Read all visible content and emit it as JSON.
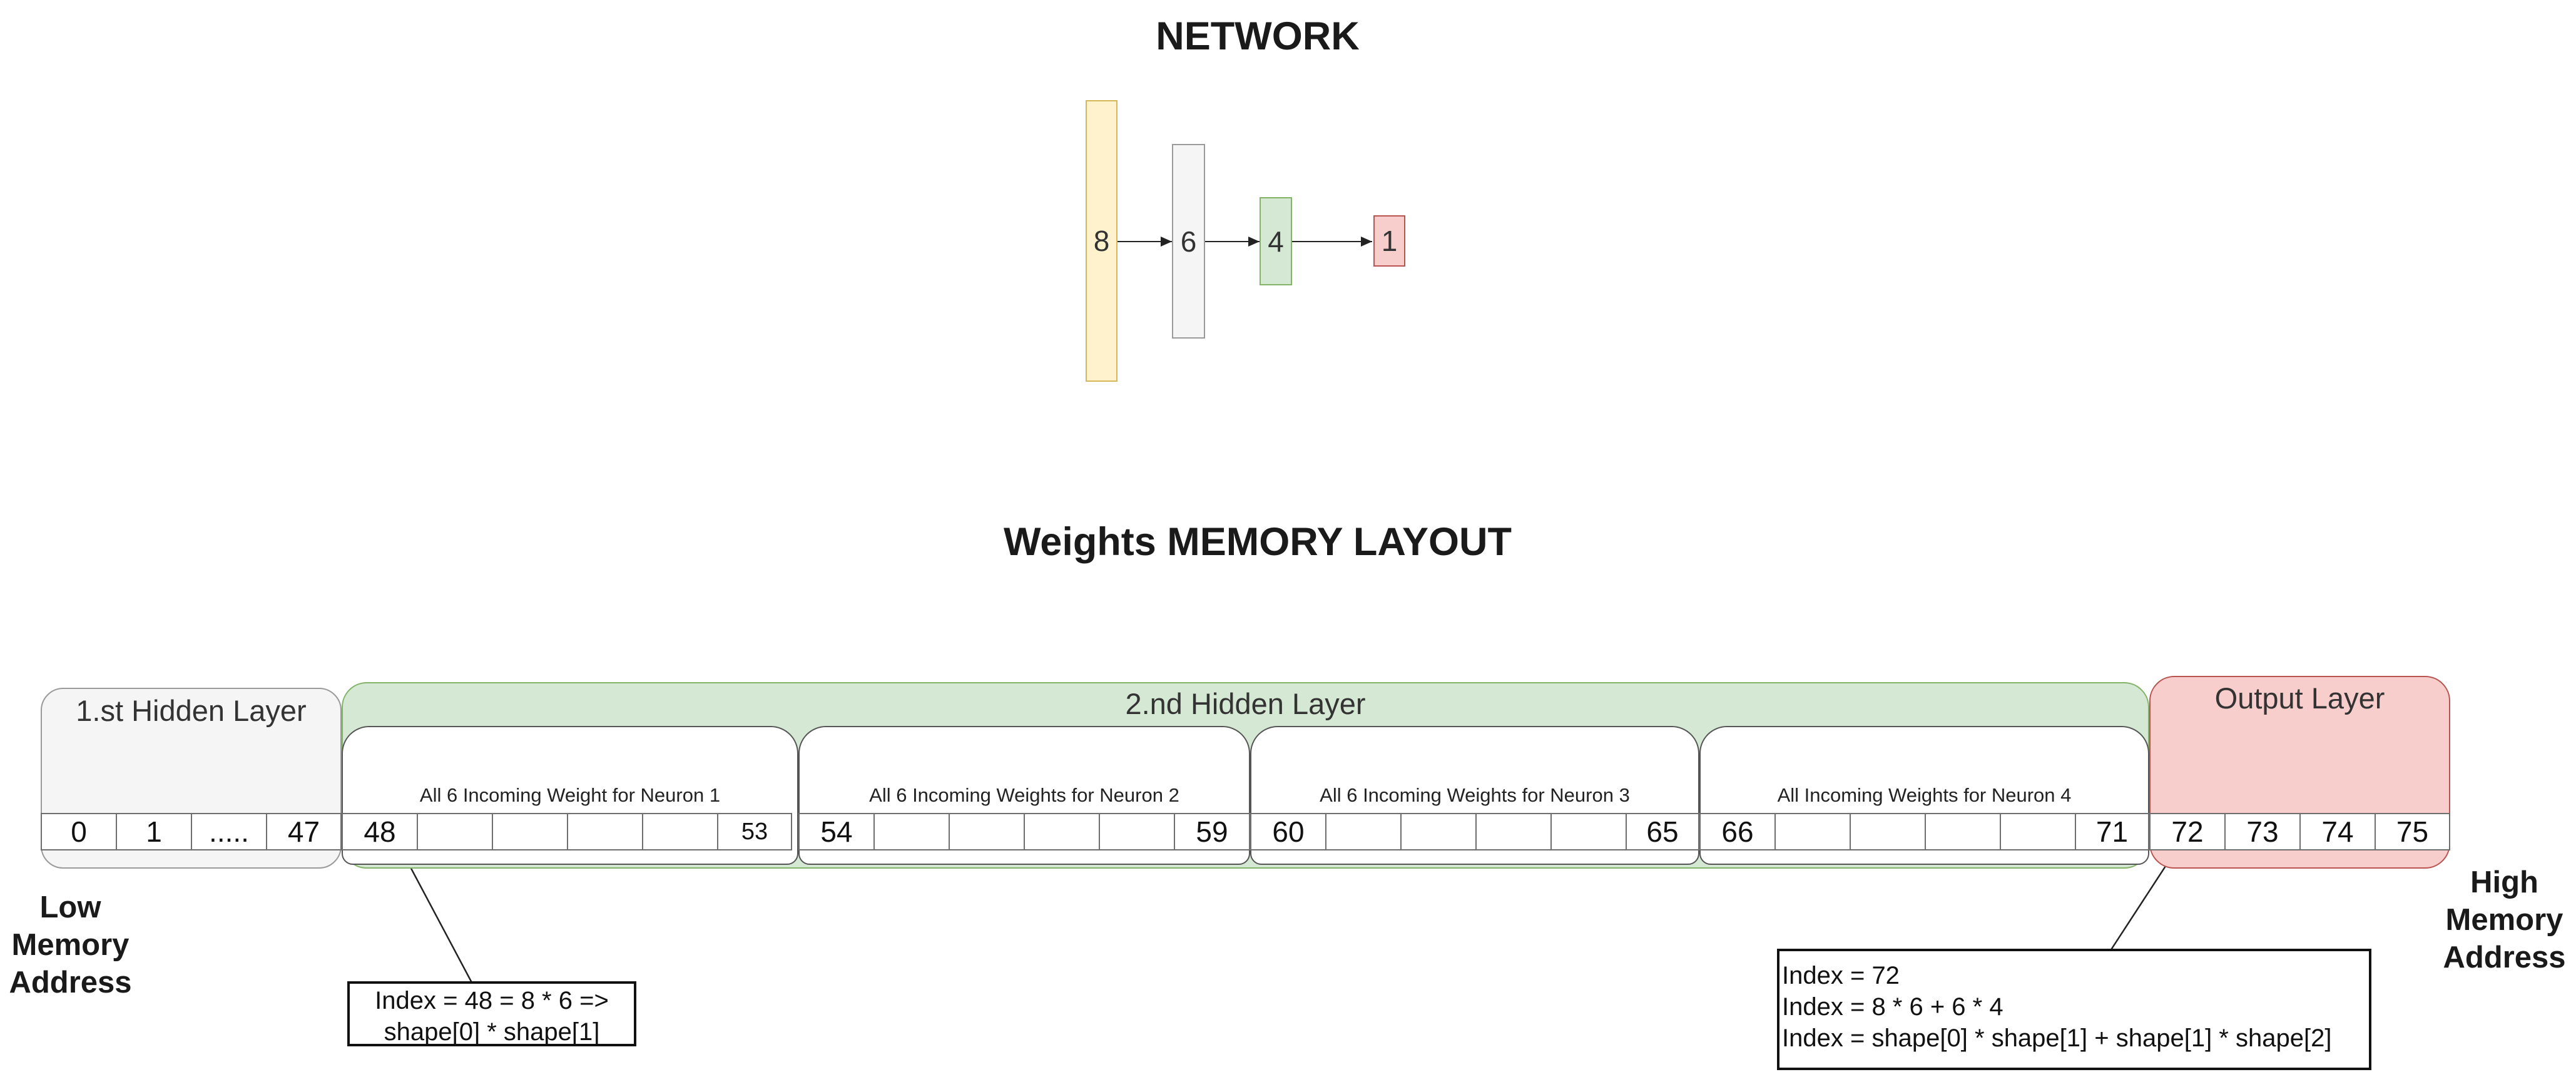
{
  "network": {
    "title": "NETWORK",
    "layers": [
      {
        "label": "8",
        "fill": "#fff2cc",
        "stroke": "#d6b656"
      },
      {
        "label": "6",
        "fill": "#f5f5f5",
        "stroke": "#9a9a9a"
      },
      {
        "label": "4",
        "fill": "#d5e8d4",
        "stroke": "#82b366"
      },
      {
        "label": "1",
        "fill": "#f8cecc",
        "stroke": "#b85450"
      }
    ]
  },
  "memory": {
    "title": "Weights MEMORY LAYOUT",
    "regions": {
      "first_hidden": {
        "label": "1.st Hidden Layer",
        "fill": "#f5f5f5",
        "stroke": "#9a9a9a"
      },
      "second_hidden": {
        "label": "2.nd Hidden Layer",
        "fill": "#d5e8d4",
        "stroke": "#82b366"
      },
      "output": {
        "label": "Output Layer",
        "fill": "#f8cecc",
        "stroke": "#b85450"
      }
    },
    "neuron_groups": [
      {
        "label": "All 6 Incoming Weight for Neuron 1"
      },
      {
        "label": "All 6 Incoming Weights for Neuron 2"
      },
      {
        "label": "All 6 Incoming Weights for Neuron 3"
      },
      {
        "label": "All Incoming Weights for Neuron 4"
      }
    ],
    "first_hidden_cells": [
      "0",
      "1",
      ".....",
      "47"
    ],
    "group_cells": [
      [
        "48",
        "",
        "",
        "",
        "",
        "53"
      ],
      [
        "54",
        "",
        "",
        "",
        "",
        "59"
      ],
      [
        "60",
        "",
        "",
        "",
        "",
        "65"
      ],
      [
        "66",
        "",
        "",
        "",
        "",
        "71"
      ]
    ],
    "output_cells": [
      "72",
      "73",
      "74",
      "75"
    ],
    "low_label": [
      "Low",
      "Memory",
      "Address"
    ],
    "high_label": [
      "High",
      "Memory",
      "Address"
    ],
    "note_left": [
      "Index = 48 = 8 * 6 =>",
      "shape[0] * shape[1]"
    ],
    "note_right": [
      "Index = 72",
      "Index = 8 * 6 + 6 * 4",
      "Index = shape[0] * shape[1] + shape[1] * shape[2]"
    ]
  }
}
